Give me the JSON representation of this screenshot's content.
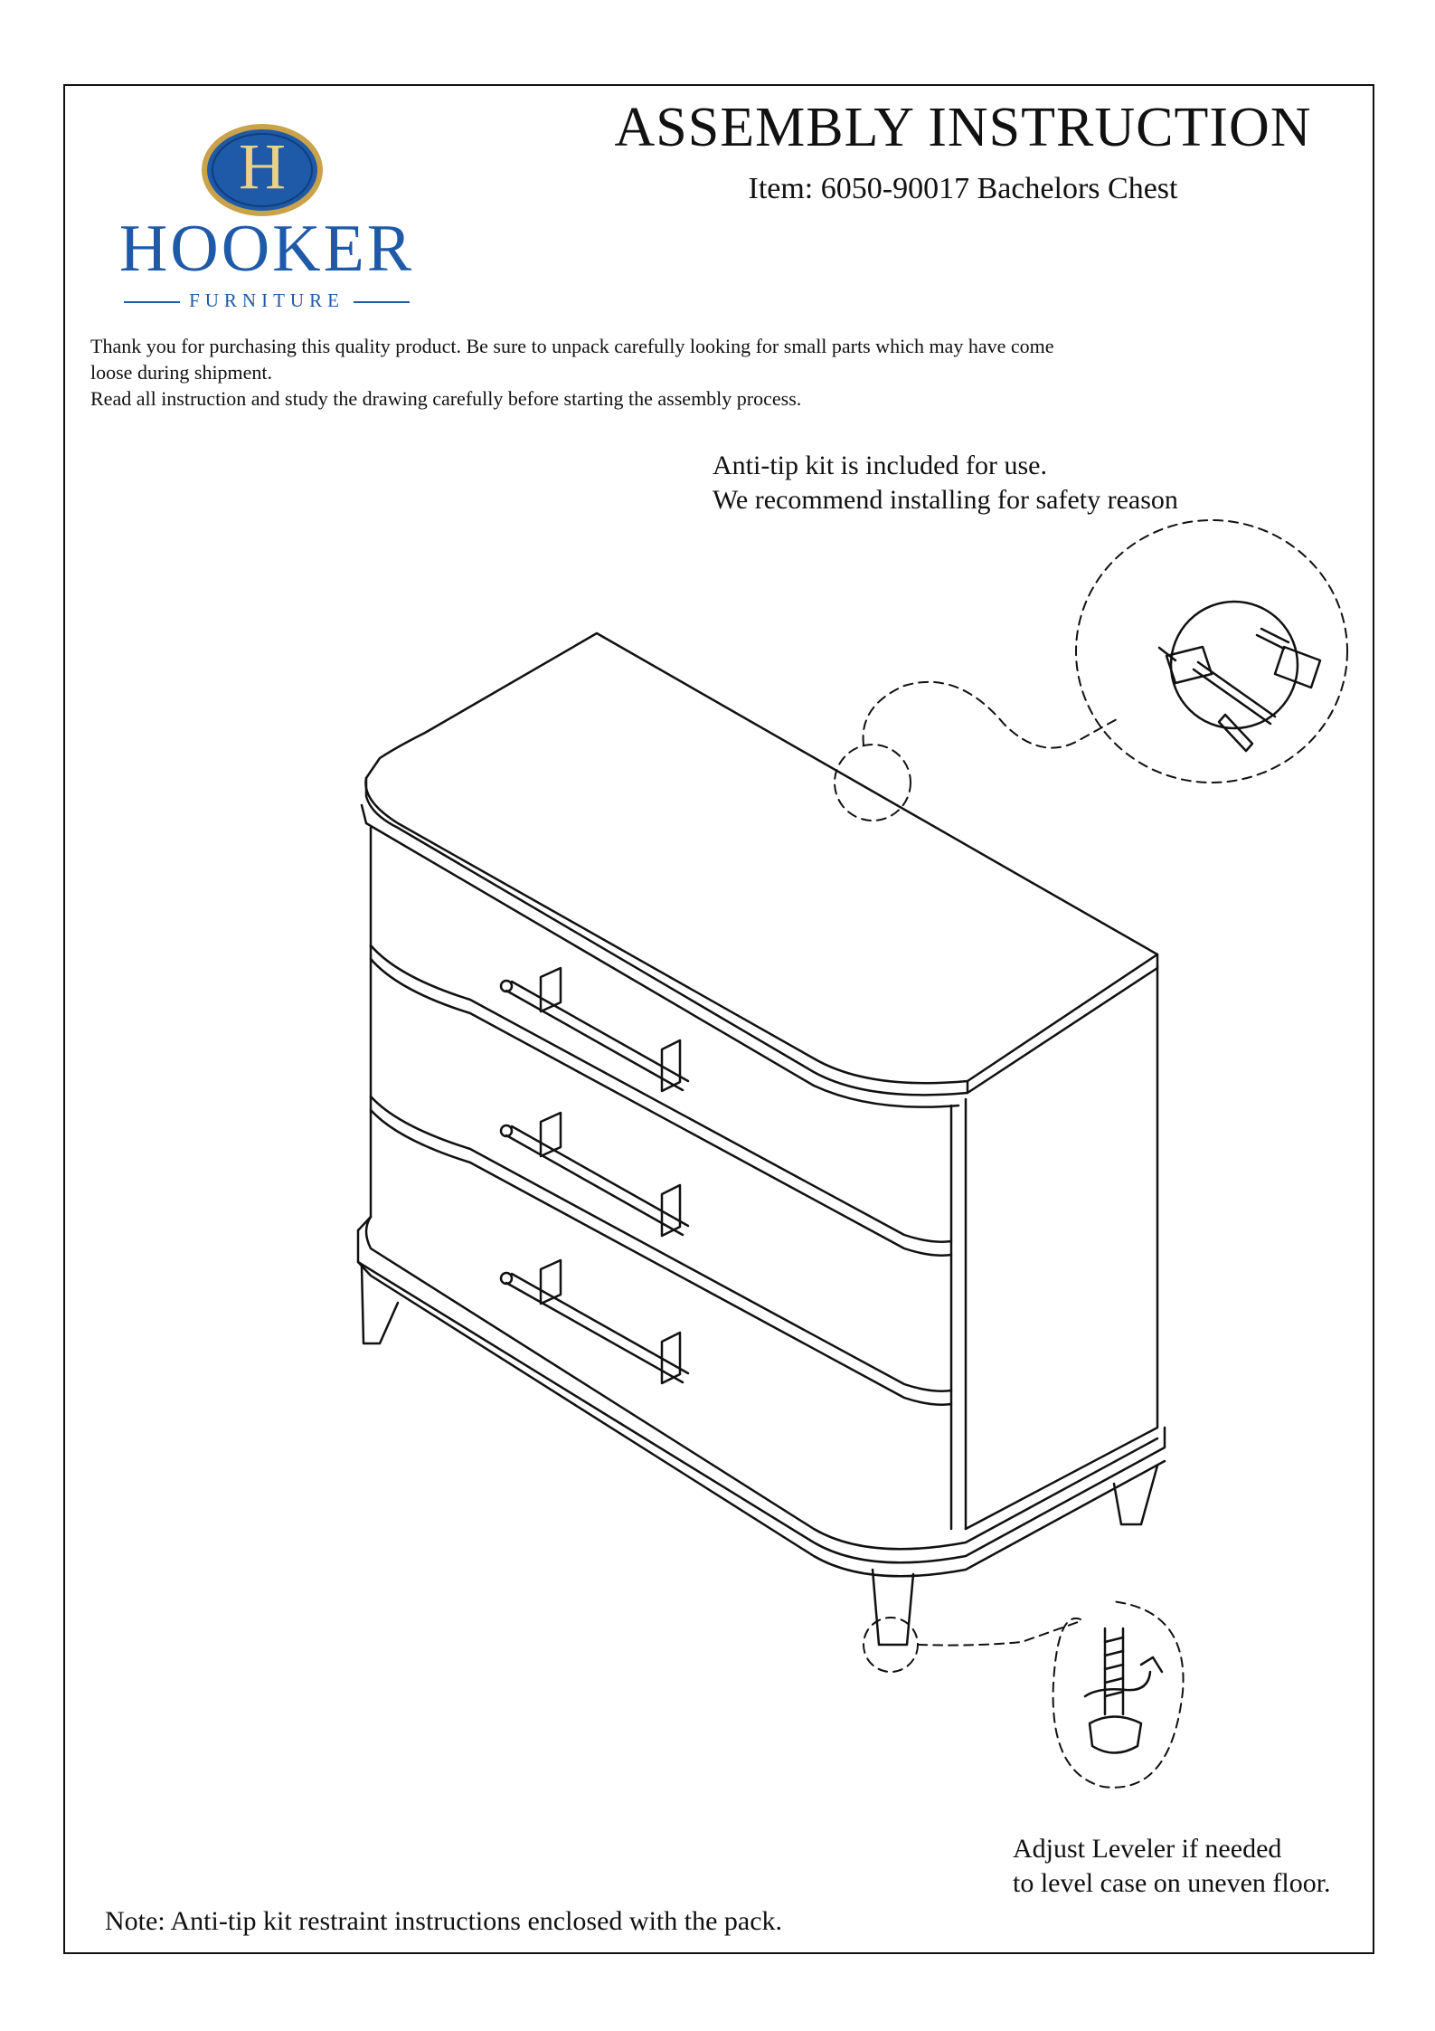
{
  "header": {
    "title": "ASSEMBLY INSTRUCTION",
    "item_line": "Item: 6050-90017   Bachelors Chest",
    "brand_name": "HOOKER",
    "brand_sub": "FURNITURE",
    "logo_letter": "H"
  },
  "intro": {
    "line1": "Thank you for purchasing this quality product. Be sure to unpack carefully looking for small parts which may have come",
    "line2": "loose during shipment.",
    "line3": "Read all instruction and study the drawing carefully before starting the assembly process."
  },
  "callouts": {
    "antitip_line1": "Anti-tip kit is included for use.",
    "antitip_line2": "We recommend installing for safety reason",
    "leveler_line1": "Adjust Leveler if needed",
    "leveler_line2": "to level case on uneven floor."
  },
  "footer": {
    "note": "Note: Anti-tip kit restraint instructions enclosed with the pack."
  },
  "colors": {
    "brand_blue": "#1f5aa8",
    "logo_gold": "#c9a24a",
    "ink": "#111111"
  }
}
